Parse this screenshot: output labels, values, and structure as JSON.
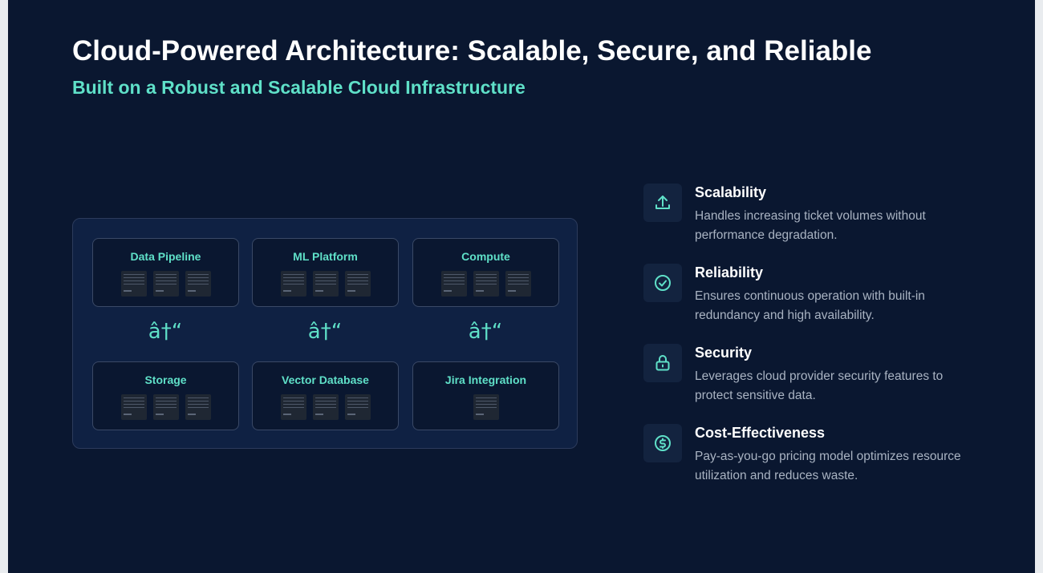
{
  "header": {
    "title": "Cloud-Powered Architecture: Scalable, Secure, and Reliable",
    "subtitle": "Built on a Robust and Scalable Cloud Infrastructure"
  },
  "diagram": {
    "top_row": [
      {
        "label": "Data Pipeline",
        "thumbnails": 3
      },
      {
        "label": "ML Platform",
        "thumbnails": 3
      },
      {
        "label": "Compute",
        "thumbnails": 3
      }
    ],
    "arrow_glyph": "â†“",
    "bottom_row": [
      {
        "label": "Storage",
        "thumbnails": 3
      },
      {
        "label": "Vector Database",
        "thumbnails": 3
      },
      {
        "label": "Jira Integration",
        "thumbnails": 1
      }
    ]
  },
  "features": [
    {
      "title": "Scalability",
      "description": "Handles increasing ticket volumes without performance degradation.",
      "icon": "upload-icon"
    },
    {
      "title": "Reliability",
      "description": "Ensures continuous operation with built-in redundancy and high availability.",
      "icon": "check-circle-icon"
    },
    {
      "title": "Security",
      "description": "Leverages cloud provider security features to protect sensitive data.",
      "icon": "lock-icon"
    },
    {
      "title": "Cost-Effectiveness",
      "description": "Pay-as-you-go pricing model optimizes resource utilization and reduces waste.",
      "icon": "dollar-circle-icon"
    }
  ],
  "colors": {
    "background": "#0a1730",
    "panel": "#0f2143",
    "accent": "#5fe0c8",
    "text_muted": "#a9b3c2"
  }
}
